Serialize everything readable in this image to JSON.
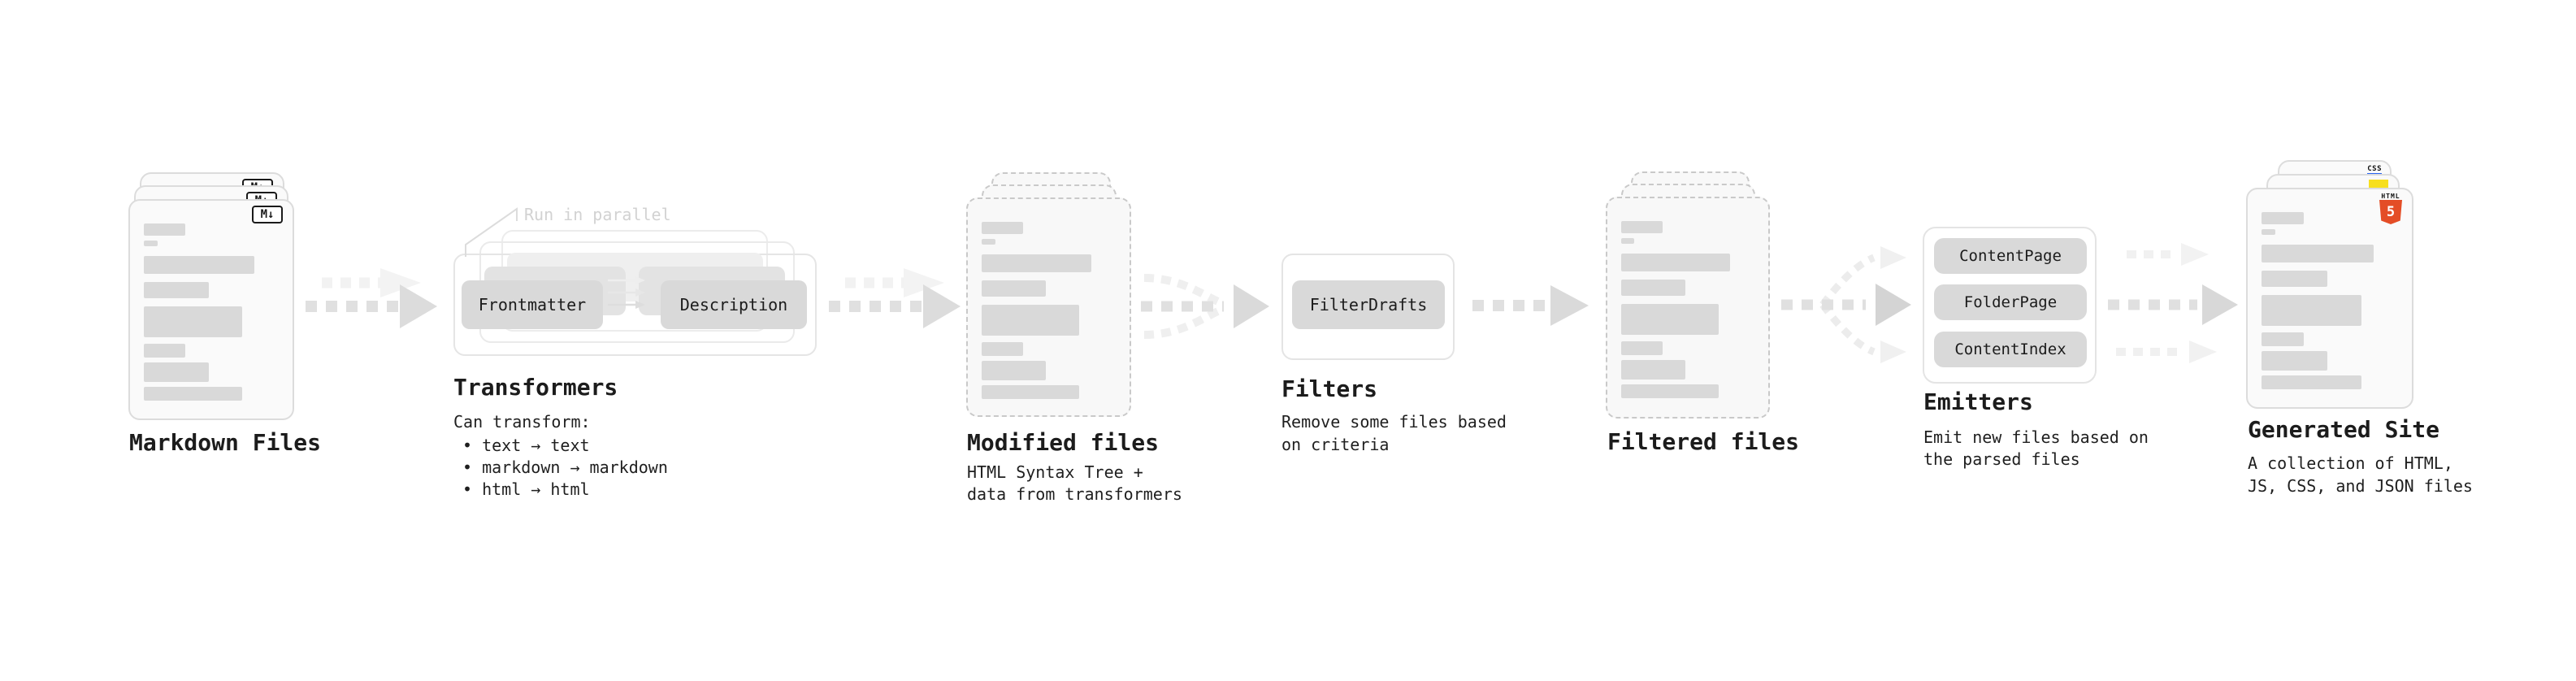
{
  "colors": {
    "background": "#ffffff",
    "card_fill": "#fafafa",
    "card_border": "#dcdcdc",
    "bar_fill": "#d9d9d9",
    "node_fill": "#d9d9d9",
    "frame_border": "#e8e8e8",
    "text": "#1c1c1c",
    "muted_note": "#d2d2d2",
    "arrow_main": "#dcdcdc",
    "arrow_faint": "#f1f1f1",
    "html5_orange": "#e44d26",
    "js_yellow": "#f7df1e",
    "css_blue": "#2965f1"
  },
  "stages": {
    "markdown_files": {
      "title": "Markdown Files",
      "badge": "M↓"
    },
    "transformers": {
      "title": "Transformers",
      "note": "Run in parallel",
      "nodes": [
        "Frontmatter",
        "Description"
      ],
      "desc_heading": "Can transform:",
      "bullets": [
        "• text → text",
        "• markdown → markdown",
        "• html → html"
      ]
    },
    "modified_files": {
      "title": "Modified files",
      "desc": [
        "HTML Syntax Tree +",
        "data from transformers"
      ]
    },
    "filters": {
      "title": "Filters",
      "nodes": [
        "FilterDrafts"
      ],
      "desc": [
        "Remove some files based",
        "on criteria"
      ]
    },
    "filtered_files": {
      "title": "Filtered files"
    },
    "emitters": {
      "title": "Emitters",
      "nodes": [
        "ContentPage",
        "FolderPage",
        "ContentIndex"
      ],
      "desc": [
        "Emit new files based on",
        "the parsed files"
      ]
    },
    "generated_site": {
      "title": "Generated Site",
      "desc": [
        "A collection of HTML,",
        "JS, CSS, and JSON files"
      ],
      "html_badge_label": "HTML",
      "html_badge_number": "5",
      "css_badge_label": "CSS"
    }
  }
}
